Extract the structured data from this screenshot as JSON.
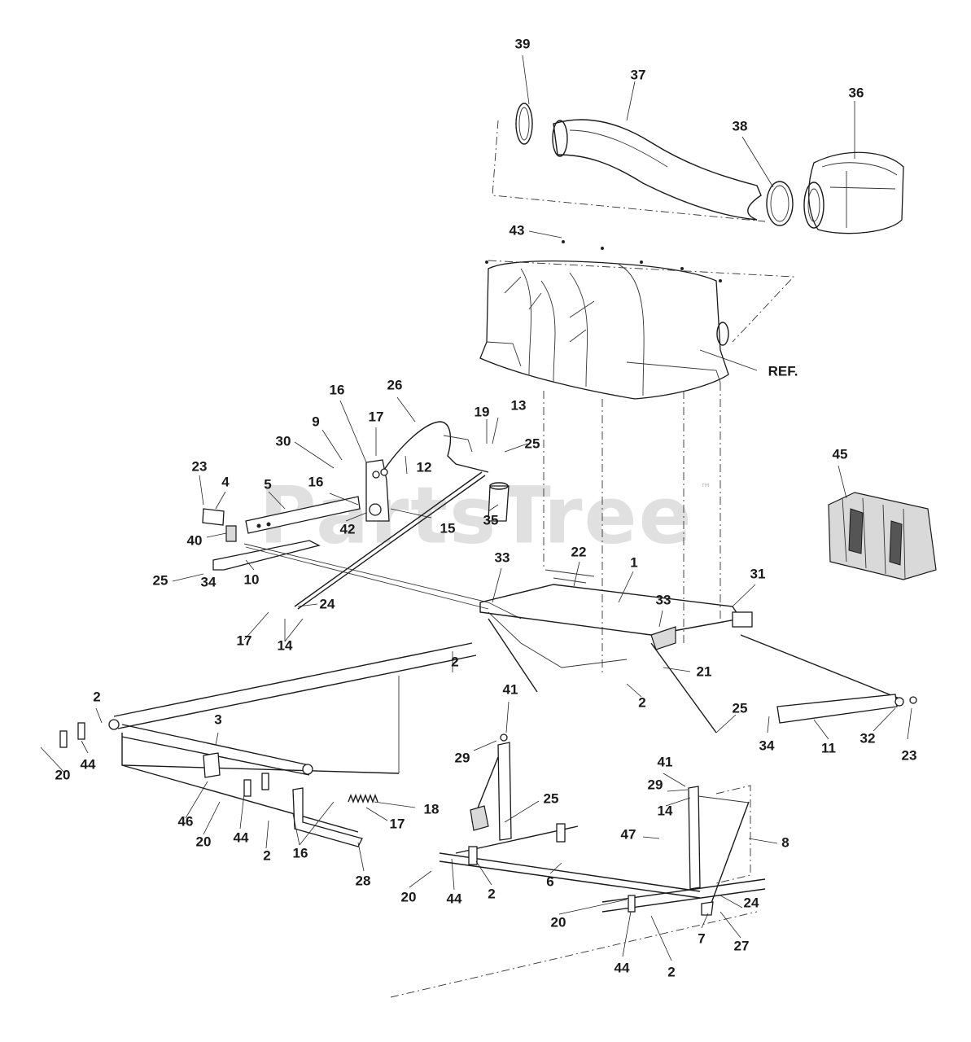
{
  "watermark": {
    "text": "PartsTree",
    "mark": "™"
  },
  "callouts": [
    {
      "id": "c39",
      "text": "39"
    },
    {
      "id": "c37",
      "text": "37"
    },
    {
      "id": "c36",
      "text": "36"
    },
    {
      "id": "c38",
      "text": "38"
    },
    {
      "id": "c43",
      "text": "43"
    },
    {
      "id": "cref",
      "text": "REF."
    },
    {
      "id": "c16a",
      "text": "16"
    },
    {
      "id": "c26",
      "text": "26"
    },
    {
      "id": "c17a",
      "text": "17"
    },
    {
      "id": "c19",
      "text": "19"
    },
    {
      "id": "c13",
      "text": "13"
    },
    {
      "id": "c9",
      "text": "9"
    },
    {
      "id": "c25a",
      "text": "25"
    },
    {
      "id": "c30",
      "text": "30"
    },
    {
      "id": "c12",
      "text": "12"
    },
    {
      "id": "c23a",
      "text": "23"
    },
    {
      "id": "c4",
      "text": "4"
    },
    {
      "id": "c5",
      "text": "5"
    },
    {
      "id": "c16b",
      "text": "16"
    },
    {
      "id": "c45",
      "text": "45"
    },
    {
      "id": "c35",
      "text": "35"
    },
    {
      "id": "c40",
      "text": "40"
    },
    {
      "id": "c15",
      "text": "15"
    },
    {
      "id": "c42",
      "text": "42"
    },
    {
      "id": "c22",
      "text": "22"
    },
    {
      "id": "c1",
      "text": "1"
    },
    {
      "id": "c31",
      "text": "31"
    },
    {
      "id": "c25b",
      "text": "25"
    },
    {
      "id": "c34a",
      "text": "34"
    },
    {
      "id": "c10",
      "text": "10"
    },
    {
      "id": "c33a",
      "text": "33"
    },
    {
      "id": "c24a",
      "text": "24"
    },
    {
      "id": "c33b",
      "text": "33"
    },
    {
      "id": "c17b",
      "text": "17"
    },
    {
      "id": "c14a",
      "text": "14"
    },
    {
      "id": "c2a",
      "text": "2"
    },
    {
      "id": "c21",
      "text": "21"
    },
    {
      "id": "c2b",
      "text": "2"
    },
    {
      "id": "c2c",
      "text": "2"
    },
    {
      "id": "c25c",
      "text": "25"
    },
    {
      "id": "c41a",
      "text": "41"
    },
    {
      "id": "c3",
      "text": "3"
    },
    {
      "id": "c34b",
      "text": "34"
    },
    {
      "id": "c11",
      "text": "11"
    },
    {
      "id": "c32",
      "text": "32"
    },
    {
      "id": "c23b",
      "text": "23"
    },
    {
      "id": "c20a",
      "text": "20"
    },
    {
      "id": "c44a",
      "text": "44"
    },
    {
      "id": "c29a",
      "text": "29"
    },
    {
      "id": "c41b",
      "text": "41"
    },
    {
      "id": "c29b",
      "text": "29"
    },
    {
      "id": "c46",
      "text": "46"
    },
    {
      "id": "c18",
      "text": "18"
    },
    {
      "id": "c25d",
      "text": "25"
    },
    {
      "id": "c14b",
      "text": "14"
    },
    {
      "id": "c17c",
      "text": "17"
    },
    {
      "id": "c20b",
      "text": "20"
    },
    {
      "id": "c44b",
      "text": "44"
    },
    {
      "id": "c2d",
      "text": "2"
    },
    {
      "id": "c16c",
      "text": "16"
    },
    {
      "id": "c47",
      "text": "47"
    },
    {
      "id": "c8",
      "text": "8"
    },
    {
      "id": "c28",
      "text": "28"
    },
    {
      "id": "c6",
      "text": "6"
    },
    {
      "id": "c20c",
      "text": "20"
    },
    {
      "id": "c44c",
      "text": "44"
    },
    {
      "id": "c2e",
      "text": "2"
    },
    {
      "id": "c24b",
      "text": "24"
    },
    {
      "id": "c20d",
      "text": "20"
    },
    {
      "id": "c7",
      "text": "7"
    },
    {
      "id": "c27",
      "text": "27"
    },
    {
      "id": "c44d",
      "text": "44"
    },
    {
      "id": "c2f",
      "text": "2"
    }
  ]
}
